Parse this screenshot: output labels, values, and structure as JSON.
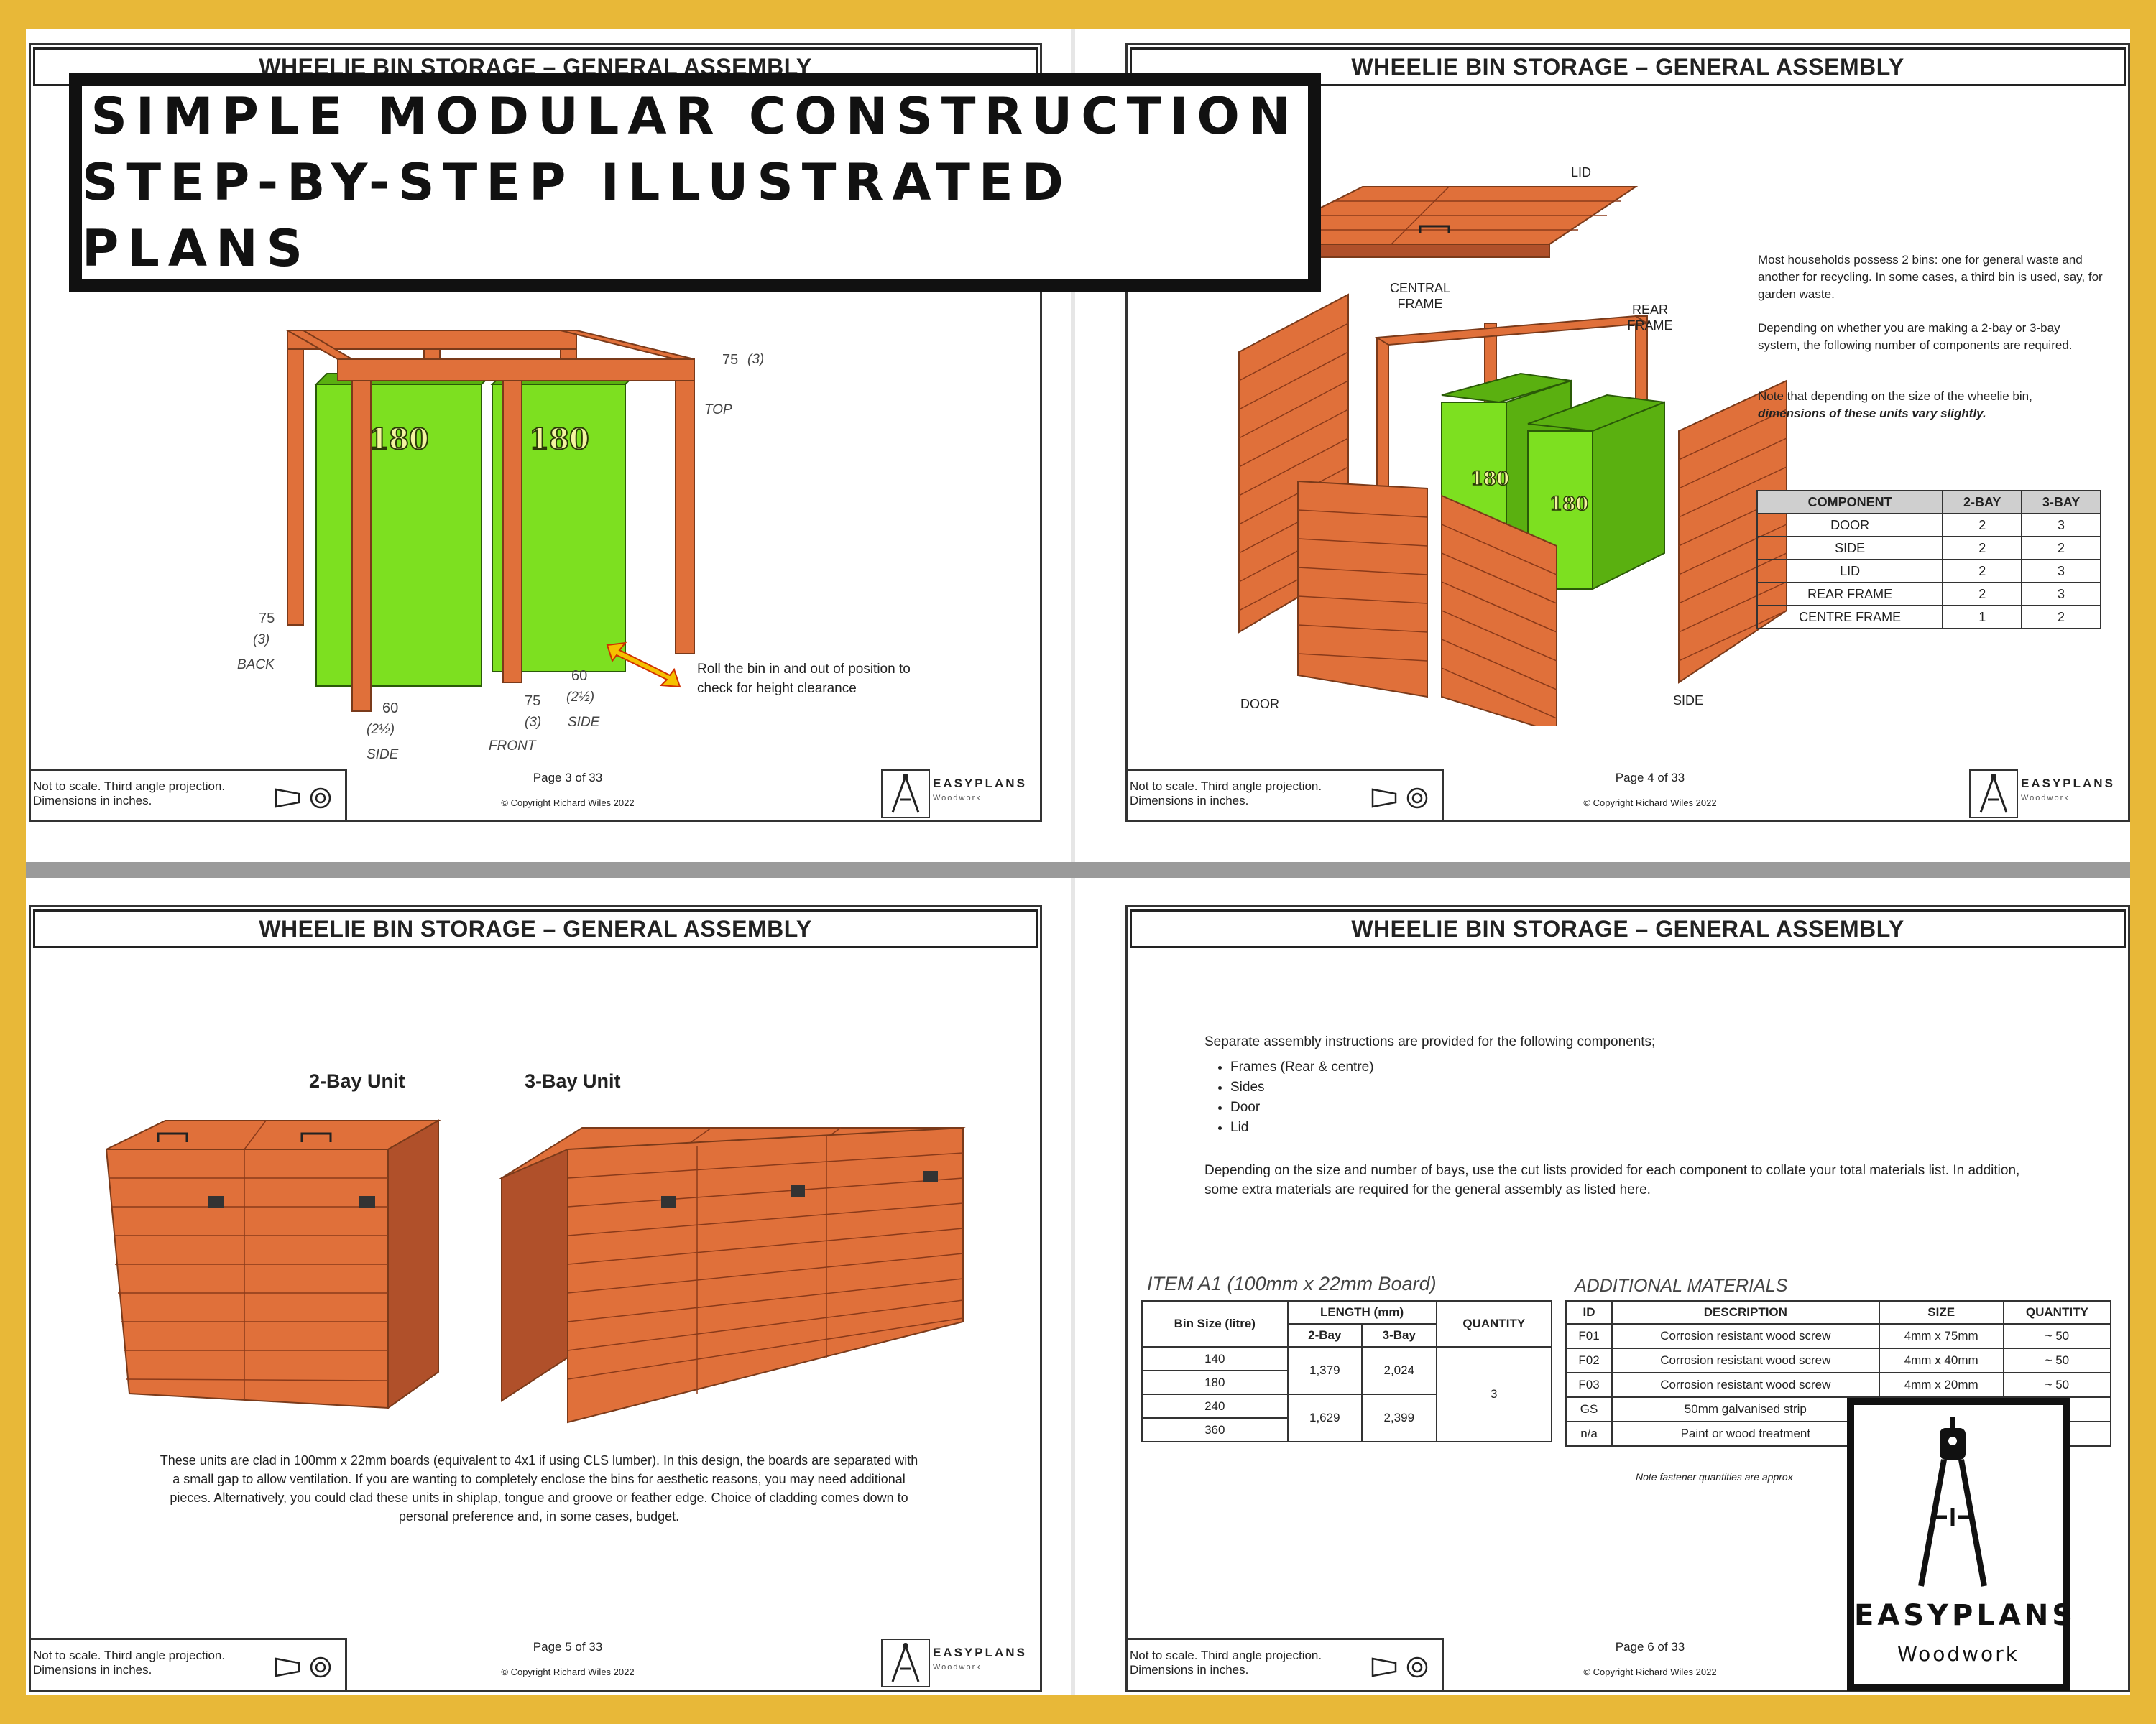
{
  "banner": {
    "line1": "SIMPLE MODULAR CONSTRUCTION",
    "line2": "STEP-BY-STEP ILLUSTRATED PLANS"
  },
  "common": {
    "title": "WHEELIE BIN STORAGE – GENERAL ASSEMBLY",
    "footer_note": "Not to scale. Third angle projection. Dimensions in inches.",
    "copyright": "© Copyright Richard Wiles 2022",
    "logo_name": "EASYPLANS",
    "logo_sub": "Woodwork"
  },
  "page3": {
    "page_label": "Page 3 of 33",
    "bin1": "180",
    "bin2": "180",
    "dim_top_val": "75",
    "dim_top_in": "(3)",
    "dim_top_lbl": "TOP",
    "dim_back_val": "75",
    "dim_back_in": "(3)",
    "dim_back_lbl": "BACK",
    "dim_side1_val": "60",
    "dim_side1_in": "(2½)",
    "dim_side1_lbl": "SIDE",
    "dim_front_val": "75",
    "dim_front_in": "(3)",
    "dim_front_lbl": "FRONT",
    "dim_side2_val": "60",
    "dim_side2_in": "(2½)",
    "dim_side2_lbl": "SIDE",
    "roll_note": "Roll the bin in and out of position to check for height clearance"
  },
  "page4": {
    "page_label": "Page 4 of 33",
    "label_lid": "LID",
    "label_central": "CENTRAL FRAME",
    "label_rear": "REAR FRAME",
    "label_door": "DOOR",
    "label_side": "SIDE",
    "bin1": "180",
    "bin2": "180",
    "para1": "Most households possess 2 bins: one for general waste and another for recycling. In some cases, a third bin is used, say, for garden waste.",
    "para2": "Depending on whether you are making a 2-bay or 3-bay system, the following number of components are required.",
    "para3a": "Note that depending on the size of the wheelie bin, ",
    "para3b": "dimensions of these units vary slightly.",
    "table": {
      "headers": [
        "COMPONENT",
        "2-BAY",
        "3-BAY"
      ],
      "rows": [
        [
          "DOOR",
          "2",
          "3"
        ],
        [
          "SIDE",
          "2",
          "2"
        ],
        [
          "LID",
          "2",
          "3"
        ],
        [
          "REAR FRAME",
          "2",
          "3"
        ],
        [
          "CENTRE FRAME",
          "1",
          "2"
        ]
      ]
    }
  },
  "page5": {
    "page_label": "Page 5 of 33",
    "unit2": "2-Bay Unit",
    "unit3": "3-Bay Unit",
    "para": "These units are clad in 100mm x 22mm boards (equivalent to 4x1 if using CLS lumber). In this design, the boards are separated with a small gap to allow ventilation. If you are wanting to completely enclose the bins for aesthetic reasons, you may need additional pieces. Alternatively, you could clad these units in shiplap, tongue and groove or feather edge. Choice of cladding comes down to personal preference and, in some cases, budget."
  },
  "page6": {
    "page_label": "Page 6 of 33",
    "intro": "Separate assembly instructions are provided for the following components;",
    "components": [
      "Frames (Rear & centre)",
      "Sides",
      "Door",
      "Lid"
    ],
    "para": "Depending on the size and number of bays, use the cut lists provided for each component to collate your total materials list. In addition, some extra materials are required for the general assembly as listed here.",
    "item_title": "ITEM A1 (100mm x 22mm Board)",
    "item_table": {
      "h_bin": "Bin Size (litre)",
      "h_length": "LENGTH (mm)",
      "h_qty": "QUANTITY",
      "h_2bay": "2-Bay",
      "h_3bay": "3-Bay",
      "sizes": [
        "140",
        "180",
        "240",
        "360"
      ],
      "len_a_2": "1,379",
      "len_a_3": "2,024",
      "len_b_2": "1,629",
      "len_b_3": "2,399",
      "qty": "3"
    },
    "add_title": "ADDITIONAL MATERIALS",
    "add_table": {
      "headers": [
        "ID",
        "DESCRIPTION",
        "SIZE",
        "QUANTITY"
      ],
      "rows": [
        [
          "F01",
          "Corrosion resistant wood screw",
          "4mm x 75mm",
          "~ 50"
        ],
        [
          "F02",
          "Corrosion resistant wood screw",
          "4mm x 40mm",
          "~ 50"
        ],
        [
          "F03",
          "Corrosion resistant wood screw",
          "4mm x 20mm",
          "~ 50"
        ],
        [
          "GS",
          "50mm galvanised strip",
          "",
          ""
        ],
        [
          "n/a",
          "Paint or wood treatment",
          "",
          ""
        ]
      ]
    },
    "note": "Note fastener quantities are approx"
  },
  "big_logo": {
    "name": "EASYPLANS",
    "sub": "Woodwork"
  },
  "colors": {
    "frame": "#e8b838",
    "wood": "#e0703a",
    "wood_dark": "#b0502a",
    "bin_green": "#7de020",
    "bin_green_dark": "#5ab010"
  }
}
